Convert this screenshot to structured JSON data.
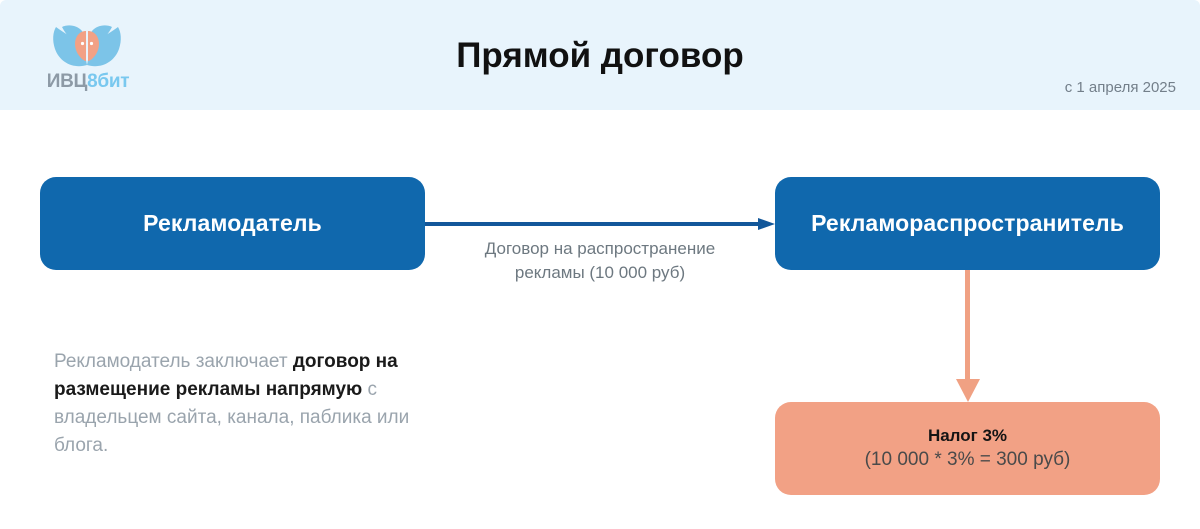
{
  "header": {
    "title": "Прямой договор",
    "date": "с 1 апреля 2025",
    "logo": {
      "icon": "butterfly-faces-logo-icon",
      "text_primary": "ИВЦ",
      "text_secondary": "8бит"
    }
  },
  "diagram": {
    "nodes": [
      {
        "id": "advertiser",
        "label": "Рекламодатель",
        "color": "#1068ad"
      },
      {
        "id": "distributor",
        "label": "Рекламораспространитель",
        "color": "#1068ad"
      },
      {
        "id": "tax",
        "title": "Налог 3%",
        "formula": "(10 000 * 3% = 300 руб)",
        "color": "#f2a185"
      }
    ],
    "edges": [
      {
        "id": "contract-edge",
        "from": "advertiser",
        "to": "distributor",
        "label_line1": "Договор на распространение",
        "label_line2": "рекламы (10 000 руб)",
        "color": "#12579a"
      },
      {
        "id": "tax-edge",
        "from": "distributor",
        "to": "tax",
        "color": "#f0a183"
      }
    ]
  },
  "description": {
    "part1": "Рекламодатель заключает ",
    "bold": "договор на размещение рекламы напрямую",
    "part2": " с владельцем сайта, канала, паблика или блога."
  },
  "colors": {
    "header_band": "#e8f4fc",
    "node_blue": "#1068ad",
    "node_salmon": "#f2a185",
    "arrow_blue": "#12579a",
    "arrow_salmon": "#f0a183",
    "muted_text": "#9aa4ad"
  }
}
